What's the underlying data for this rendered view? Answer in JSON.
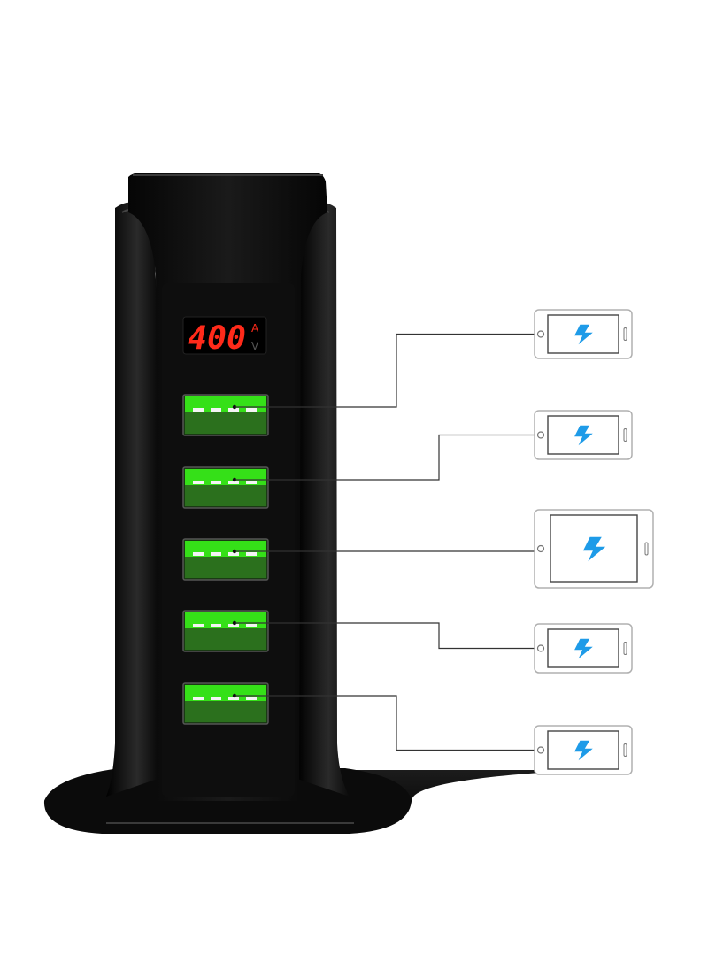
{
  "charger": {
    "display": {
      "reading": "400",
      "unit_amp": "A",
      "unit_volt": "V"
    },
    "port_count": 5
  },
  "colors": {
    "charger_body": "#0d0d0d",
    "display_red": "#ff2a1a",
    "port_green": "#35e018",
    "bolt_blue": "#1e9be8",
    "line_gray": "#333333",
    "phone_outline": "#b0b0b0"
  },
  "devices": [
    {
      "kind": "phone",
      "icon": "lightning-bolt-icon"
    },
    {
      "kind": "phone",
      "icon": "lightning-bolt-icon"
    },
    {
      "kind": "tablet",
      "icon": "lightning-bolt-icon"
    },
    {
      "kind": "phone",
      "icon": "lightning-bolt-icon"
    },
    {
      "kind": "phone",
      "icon": "lightning-bolt-icon"
    }
  ]
}
